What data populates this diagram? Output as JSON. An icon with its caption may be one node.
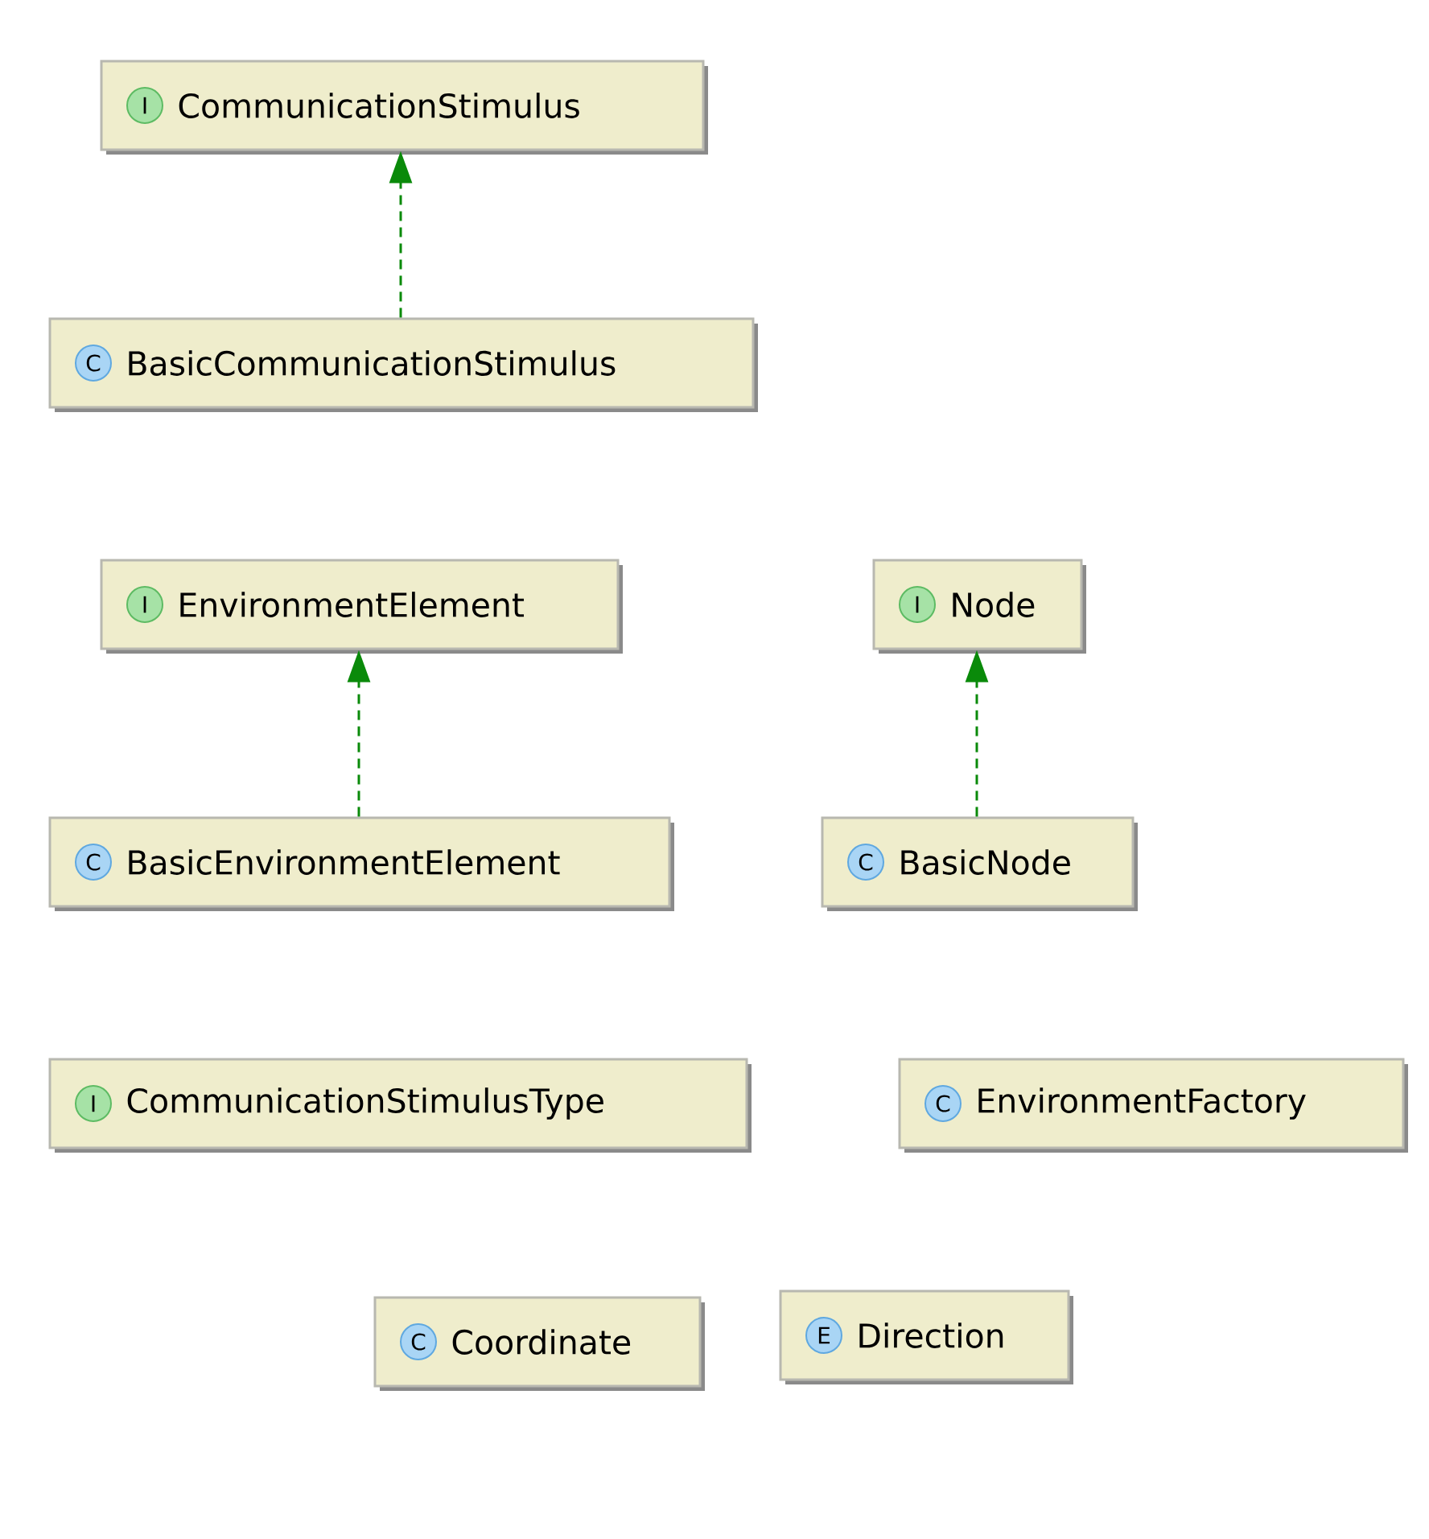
{
  "diagram": {
    "nodes": [
      {
        "text": [
          "I",
          "CommunicationStimulus"
        ]
      },
      {
        "text": [
          "C",
          "BasicCommunicationStimulus"
        ]
      },
      {
        "text": [
          "I",
          "EnvironmentElement"
        ]
      },
      {
        "text": [
          "I",
          "Node"
        ]
      },
      {
        "text": [
          "C",
          "BasicEnvironmentElement"
        ]
      },
      {
        "text": [
          "C",
          "BasicNode"
        ]
      },
      {
        "text": [
          "I",
          "CommunicationStimulusType"
        ]
      },
      {
        "text": [
          "C",
          "EnvironmentFactory"
        ]
      },
      {
        "text": [
          "C",
          "Coordinate"
        ]
      },
      {
        "text": [
          "E",
          "Direction"
        ]
      }
    ],
    "edges": [
      {
        "from": 1,
        "to": 0,
        "arrow": "to",
        "style": "dashed"
      },
      {
        "from": 4,
        "to": 2,
        "arrow": "to",
        "style": "dashed"
      },
      {
        "from": 5,
        "to": 3,
        "arrow": "to",
        "style": "dashed"
      }
    ]
  }
}
